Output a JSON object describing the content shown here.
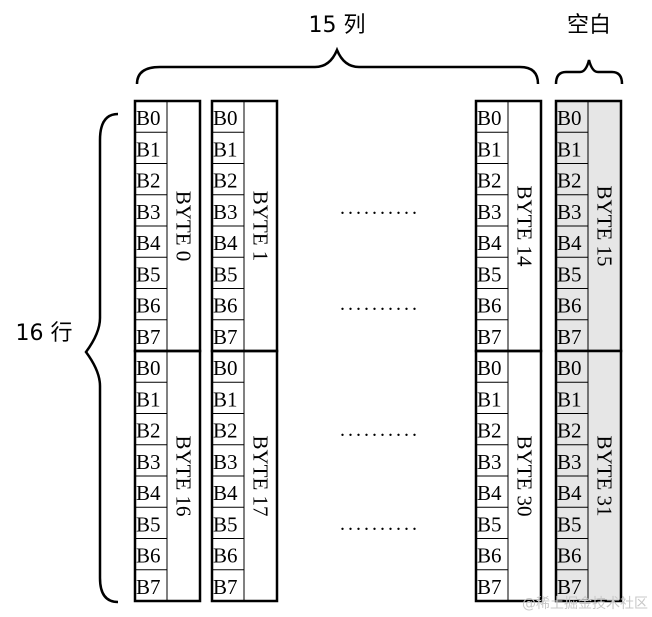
{
  "top_label": "15 列",
  "blank_label": "空白",
  "side_label": "16 行",
  "dots": "..........",
  "bit_labels": [
    "B0",
    "B1",
    "B2",
    "B3",
    "B4",
    "B5",
    "B6",
    "B7"
  ],
  "rows": [
    {
      "columns": [
        {
          "byte_label": "BYTE 0",
          "shaded": false
        },
        {
          "byte_label": "BYTE 1",
          "shaded": false
        },
        {
          "byte_label": "BYTE 14",
          "shaded": false
        },
        {
          "byte_label": "BYTE 15",
          "shaded": true
        }
      ]
    },
    {
      "columns": [
        {
          "byte_label": "BYTE 16",
          "shaded": false
        },
        {
          "byte_label": "BYTE 17",
          "shaded": false
        },
        {
          "byte_label": "BYTE 30",
          "shaded": false
        },
        {
          "byte_label": "BYTE 31",
          "shaded": true
        }
      ]
    }
  ],
  "watermark": "@稀土掘金技术社区",
  "colors": {
    "line": "#000000",
    "shade": "#e6e6e6",
    "shade_border": "#9a9a9a"
  }
}
